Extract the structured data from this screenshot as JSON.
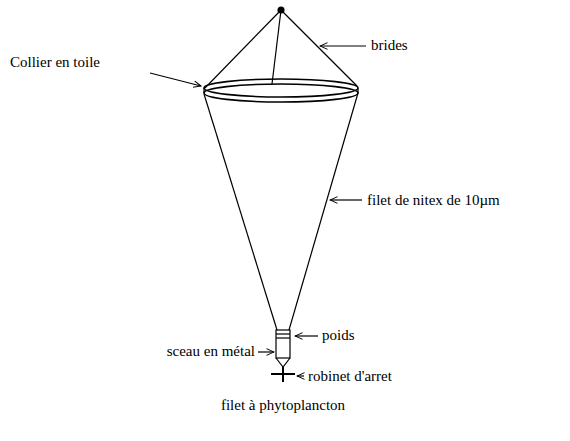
{
  "diagram": {
    "caption": "filet à phytoplancton",
    "labels": [
      "brides",
      "Collier en toile",
      "filet de nitex de 10µm",
      "poids",
      "sceau en métal",
      "robinet d'arret"
    ]
  }
}
